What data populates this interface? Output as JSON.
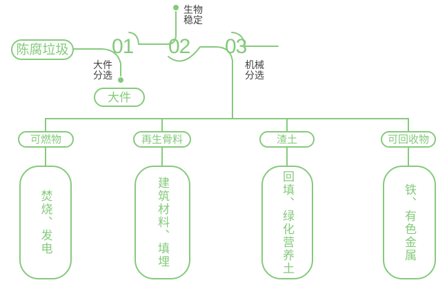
{
  "colors": {
    "accent_green": "#84ca7b",
    "label_text": "#3f3f3f",
    "background": "#ffffff"
  },
  "flow": {
    "source": {
      "label": "陈腐垃圾"
    },
    "steps": [
      {
        "number": "01",
        "process_label": "大件分选",
        "process_lines": [
          "大件",
          "分选"
        ],
        "output": "大件"
      },
      {
        "number": "02",
        "process_label": "生物稳定",
        "process_lines": [
          "生物",
          "稳定"
        ]
      },
      {
        "number": "03",
        "process_label": "机械分选",
        "process_lines": [
          "机械",
          "分选"
        ]
      }
    ],
    "branches": [
      {
        "category": "可燃物",
        "disposal": "焚烧、发电"
      },
      {
        "category": "再生骨料",
        "disposal": "建筑材料、填埋"
      },
      {
        "category": "渣土",
        "disposal": "回填、绿化营养土"
      },
      {
        "category": "可回收物",
        "disposal": "铁、有色金属"
      }
    ]
  }
}
